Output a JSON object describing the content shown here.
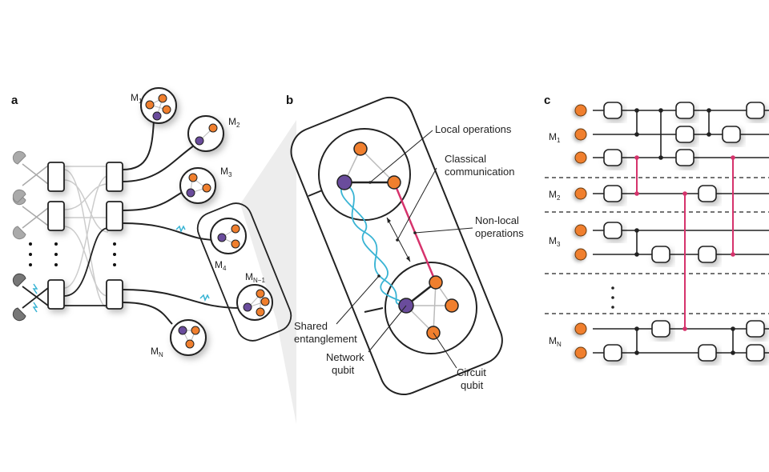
{
  "panels": {
    "a": "a",
    "b": "b",
    "c": "c"
  },
  "panel_a": {
    "modules": [
      {
        "label": "M",
        "sub": "1"
      },
      {
        "label": "M",
        "sub": "2"
      },
      {
        "label": "M",
        "sub": "3"
      },
      {
        "label": "M",
        "sub": "4"
      },
      {
        "label": "M",
        "sub": "N−1"
      },
      {
        "label": "M",
        "sub": "N"
      }
    ]
  },
  "panel_b": {
    "labels": {
      "local_operations": "Local operations",
      "classical_1": "Classical",
      "classical_2": "communication",
      "nonlocal_1": "Non-local",
      "nonlocal_2": "operations",
      "shared_1": "Shared",
      "shared_2": "entanglement",
      "network_1": "Network",
      "network_2": "qubit",
      "circuit_1": "Circuit",
      "circuit_2": "qubit"
    }
  },
  "panel_c": {
    "modules": [
      {
        "label": "M",
        "sub": "1"
      },
      {
        "label": "M",
        "sub": "2"
      },
      {
        "label": "M",
        "sub": "3"
      },
      {
        "label": "M",
        "sub": "N"
      }
    ],
    "ellipsis": "⋮"
  },
  "colors": {
    "circuit_qubit": "#f07f2e",
    "network_qubit": "#6a4c9c",
    "nonlocal": "#d6336c",
    "entanglement": "#39b4d4"
  }
}
